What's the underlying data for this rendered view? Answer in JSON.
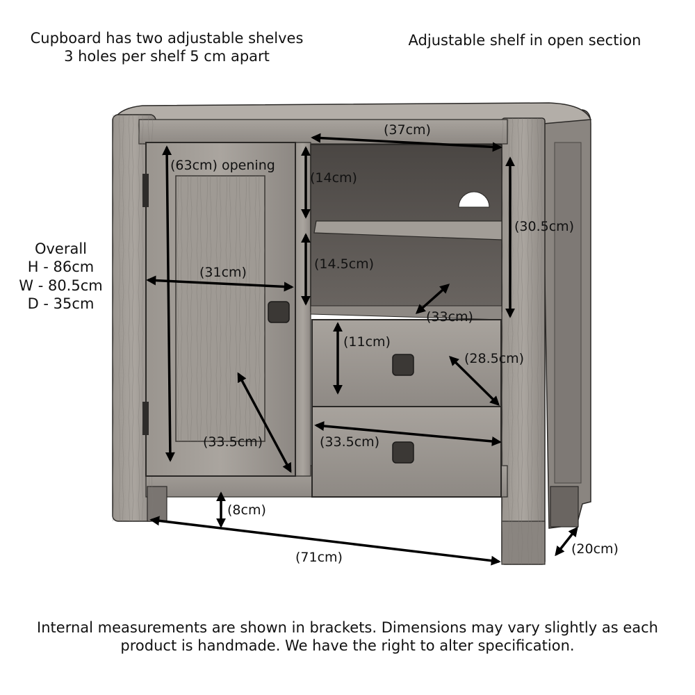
{
  "notes": {
    "cupboard_line1": "Cupboard has two adjustable shelves",
    "cupboard_line2": "3 holes per shelf 5 cm apart",
    "open_section": "Adjustable shelf in open section"
  },
  "overall": {
    "title": "Overall",
    "height": "H - 86cm",
    "width": "W - 80.5cm",
    "depth": "D - 35cm"
  },
  "dimensions": {
    "opening": "(63cm) opening",
    "cupboard_width": "(31cm)",
    "cupboard_depth": "(33.5cm)",
    "top_shelf_width": "(37cm)",
    "upper_shelf_height": "(14cm)",
    "lower_shelf_height": "(14.5cm)",
    "open_section_height": "(30.5cm)",
    "shelf_depth": "(33cm)",
    "drawer_height": "(11cm)",
    "drawer_depth": "(28.5cm)",
    "drawer_width": "(33.5cm)",
    "leg_clearance": "(8cm)",
    "leg_span": "(71cm)",
    "leg_depth": "(20cm)"
  },
  "footer": {
    "line1": "Internal measurements are shown in brackets. Dimensions may vary slightly as each",
    "line2": "product is handmade. We have the right to alter specification."
  },
  "colors": {
    "wood_light": "#a09c96",
    "wood_mid": "#8a8580",
    "wood_dark": "#5f5b57",
    "interior": "#3f3c39",
    "outline": "#2a2826"
  }
}
